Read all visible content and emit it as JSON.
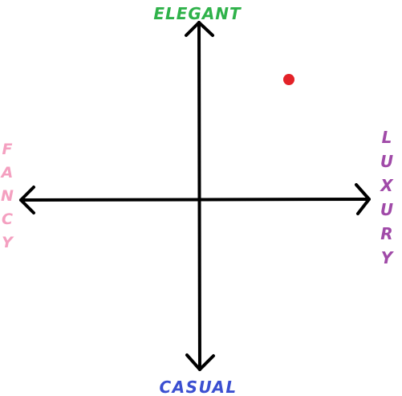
{
  "axes": {
    "top": {
      "label": "ELEGANT",
      "color": "#2fb24a"
    },
    "bottom": {
      "label": "CASUAL",
      "color": "#3b4fd1"
    },
    "left": {
      "label": "FANCY",
      "color": "#f4a0c0"
    },
    "right": {
      "label": "LUXURY",
      "color": "#a04aa8"
    }
  },
  "marker": {
    "color": "#e32228",
    "horizontal": 0.55,
    "vertical": 0.67
  },
  "arrow_color": "#000000"
}
